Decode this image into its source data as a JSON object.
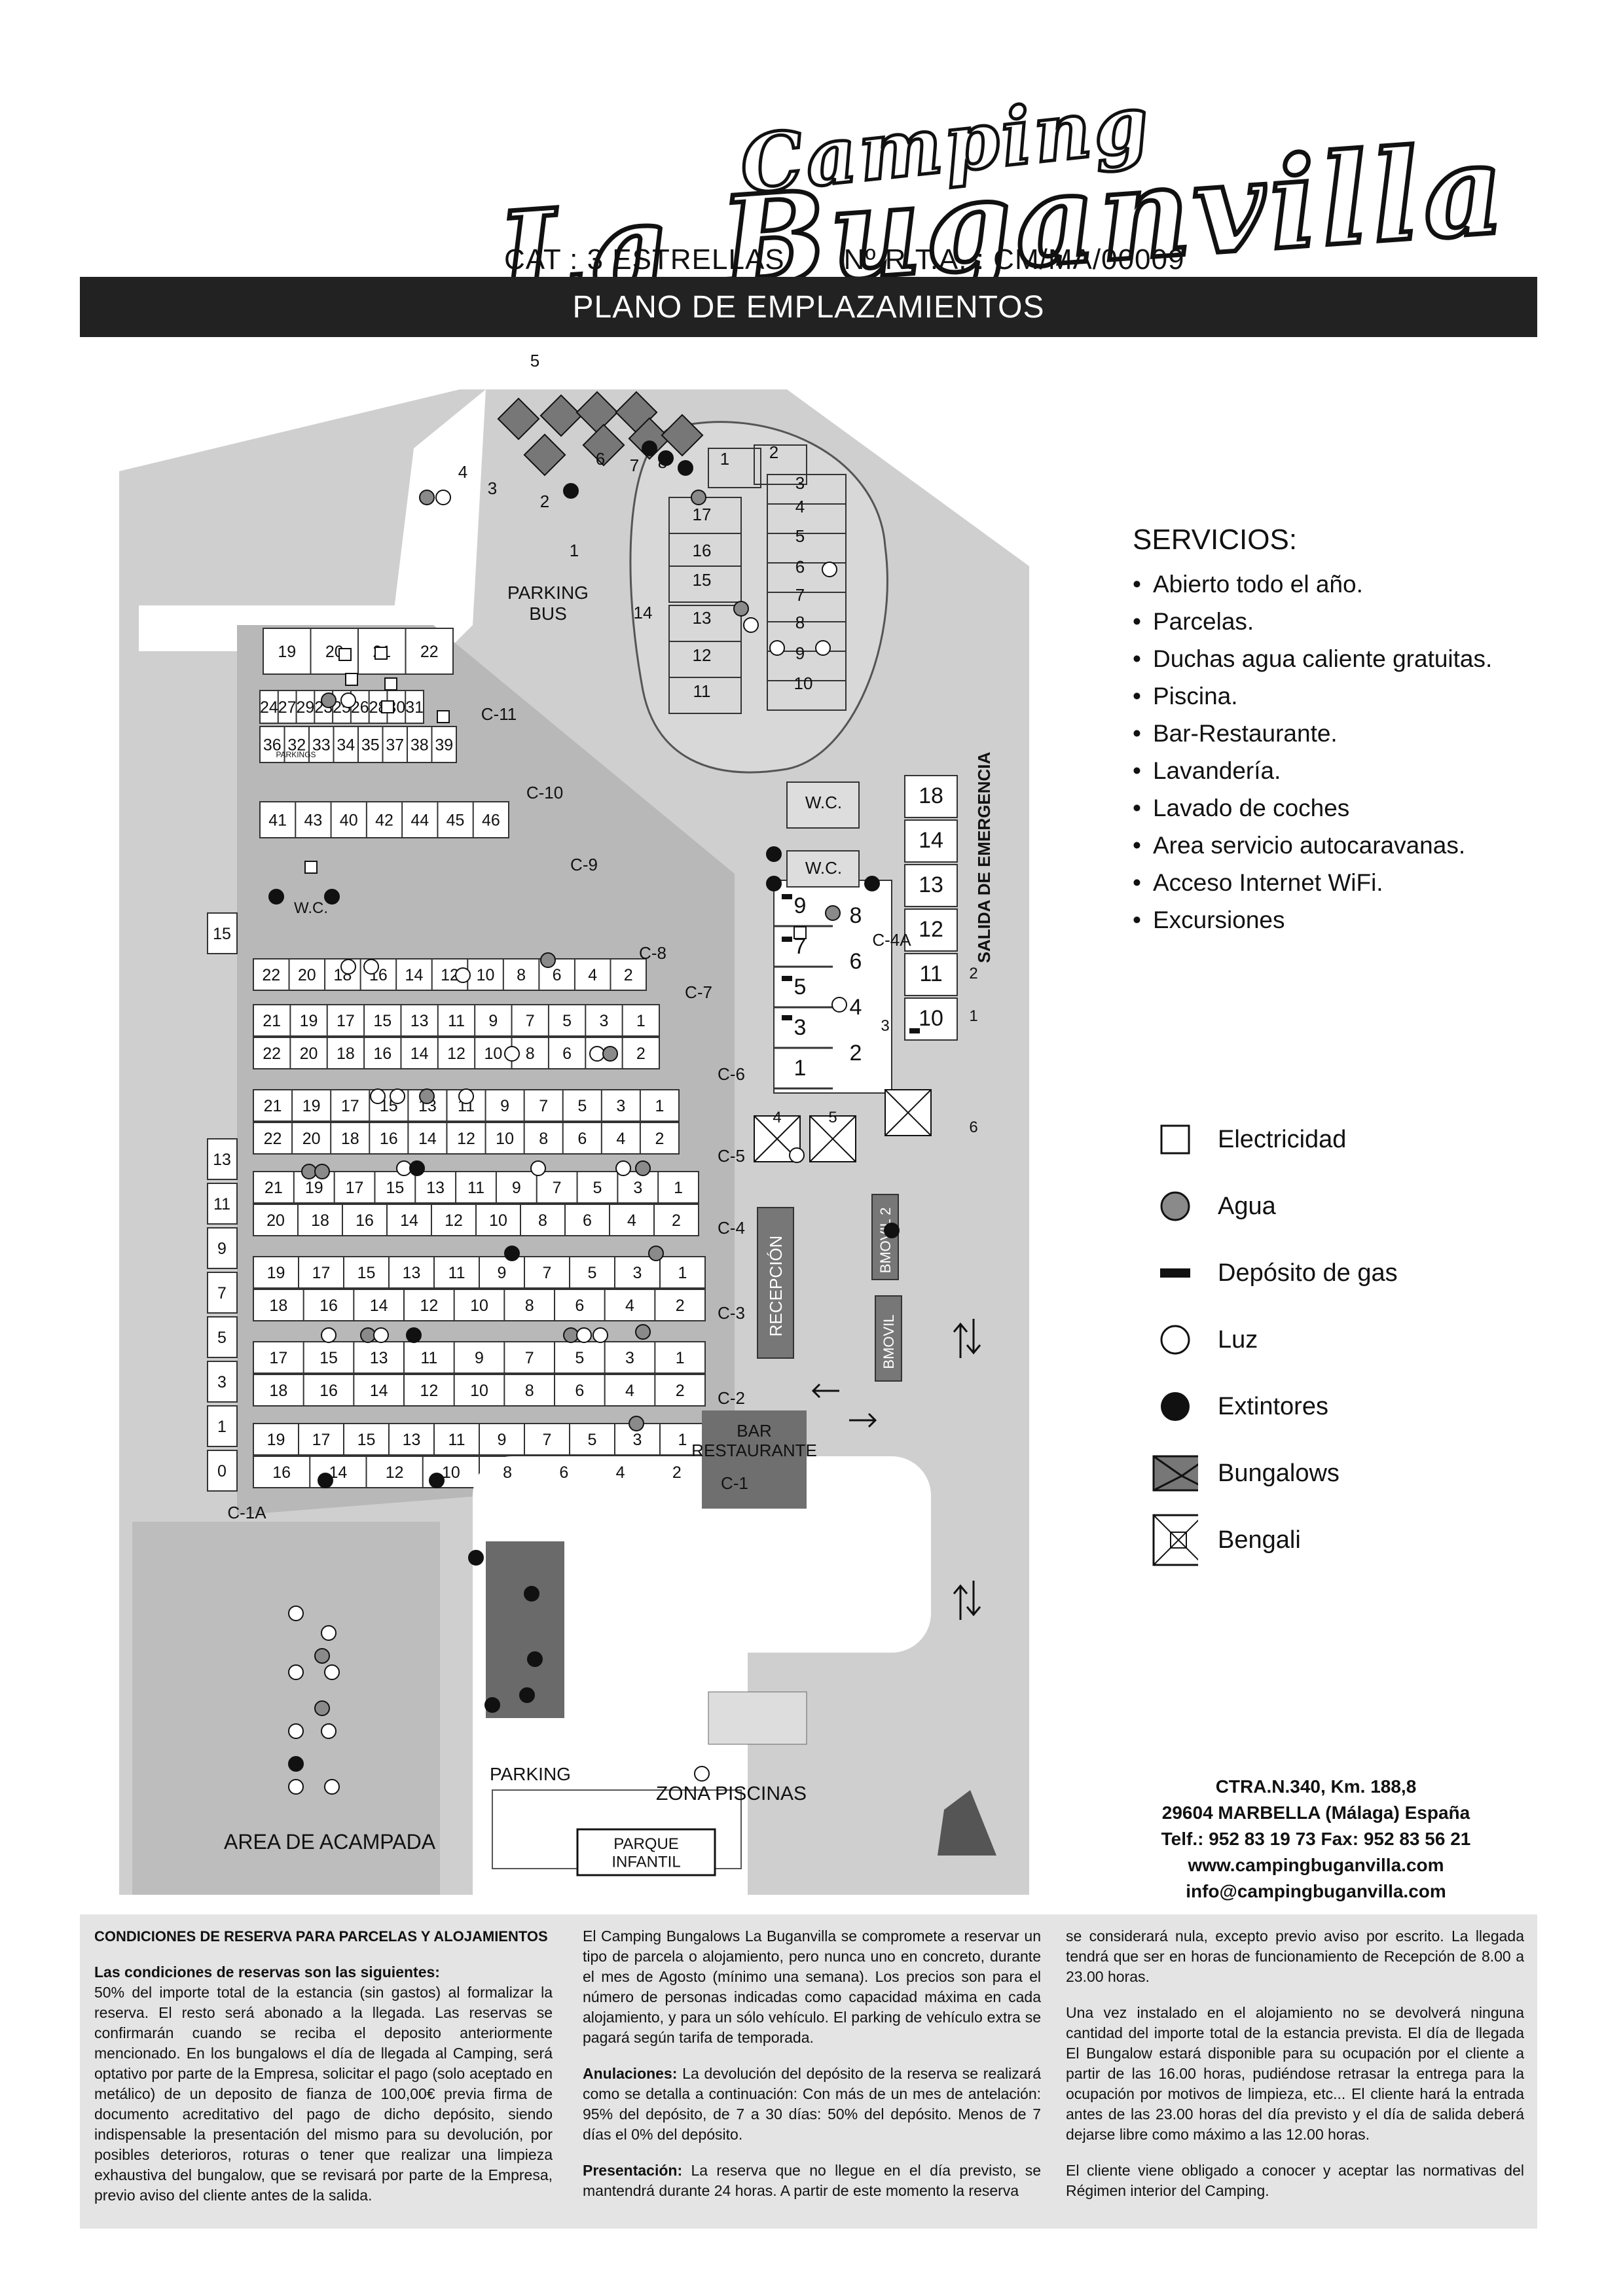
{
  "header": {
    "logo_camping": "Camping",
    "logo_name": "La Buganvilla",
    "category": "CAT : 3 ESTRELLAS",
    "rta": "Nº R.T.A. : CM/MA/00009",
    "title": "PLANO DE EMPLAZAMIENTOS"
  },
  "map": {
    "labels": {
      "parking_bus": "PARKING\nBUS",
      "salida": "SALIDA DE EMERGENCIA",
      "wc": "W.C.",
      "recepcion": "RECEPCIÓN",
      "bmovil2": "BMOVIL 2",
      "bmovil": "BMOVIL",
      "bar": "BAR\nRESTAURANTE",
      "parking": "PARKING",
      "piscinas": "ZONA PISCINAS",
      "parque": "PARQUE\nINFANTIL",
      "acampada": "AREA DE ACAMPADA",
      "parkings_small": "PARKINGS"
    },
    "streets": [
      "C-1",
      "C-1A",
      "C-2",
      "C-3",
      "C-4",
      "C-4A",
      "C-5",
      "C-6",
      "C-7",
      "C-8",
      "C-9",
      "C-10",
      "C-11"
    ],
    "bungalows": [
      "1",
      "2",
      "3",
      "4",
      "5",
      "6",
      "7",
      "8"
    ],
    "top_pitches": [
      "1",
      "2",
      "3",
      "4",
      "5",
      "6",
      "7",
      "8",
      "9",
      "10",
      "11",
      "12",
      "13",
      "14",
      "15",
      "16",
      "17"
    ],
    "block_11": [
      "19",
      "20",
      "21",
      "22"
    ],
    "block_10": [
      "24",
      "27",
      "29",
      "23",
      "25",
      "26",
      "28",
      "30",
      "31"
    ],
    "block_9": [
      "36",
      "32",
      "33",
      "34",
      "35",
      "37",
      "38",
      "39"
    ],
    "block_8": [
      "41",
      "43",
      "40",
      "42",
      "44",
      "45",
      "46"
    ],
    "row_c7": [
      "22",
      "20",
      "18",
      "16",
      "14",
      "12",
      "10",
      "8",
      "6",
      "4",
      "2"
    ],
    "row_c6a": [
      "21",
      "19",
      "17",
      "15",
      "13",
      "11",
      "9",
      "7",
      "5",
      "3",
      "1"
    ],
    "row_c6b": [
      "22",
      "20",
      "18",
      "16",
      "14",
      "12",
      "10",
      "8",
      "6",
      "4",
      "2"
    ],
    "row_c5a": [
      "21",
      "19",
      "17",
      "15",
      "13",
      "11",
      "9",
      "7",
      "5",
      "3",
      "1"
    ],
    "row_c5b": [
      "22",
      "20",
      "18",
      "16",
      "14",
      "12",
      "10",
      "8",
      "6",
      "4",
      "2"
    ],
    "row_c4a": [
      "21",
      "19",
      "17",
      "15",
      "13",
      "11",
      "9",
      "7",
      "5",
      "3",
      "1"
    ],
    "row_c4b": [
      "20",
      "18",
      "16",
      "14",
      "12",
      "10",
      "8",
      "6",
      "4",
      "2"
    ],
    "row_c3a": [
      "19",
      "17",
      "15",
      "13",
      "11",
      "9",
      "7",
      "5",
      "3",
      "1"
    ],
    "row_c3b": [
      "18",
      "16",
      "14",
      "12",
      "10",
      "8",
      "6",
      "4",
      "2"
    ],
    "row_c2a": [
      "17",
      "15",
      "13",
      "11",
      "9",
      "7",
      "5",
      "3",
      "1"
    ],
    "row_c2b": [
      "18",
      "16",
      "14",
      "12",
      "10",
      "8",
      "6",
      "4",
      "2"
    ],
    "row_c1a": [
      "19",
      "17",
      "15",
      "13",
      "11",
      "9",
      "7",
      "5",
      "3",
      "1"
    ],
    "row_c1b": [
      "16",
      "14",
      "12",
      "10",
      "8",
      "6",
      "4",
      "2"
    ],
    "left_column": [
      "15",
      "13",
      "11",
      "9",
      "7",
      "5",
      "3",
      "1",
      "0"
    ],
    "center_a": [
      "9",
      "7",
      "5",
      "3",
      "1"
    ],
    "center_b": [
      "8",
      "6",
      "4",
      "2"
    ],
    "east_pitches": [
      "18",
      "14",
      "13",
      "12",
      "11",
      "10"
    ],
    "east_small": [
      "2",
      "1",
      "3",
      "4",
      "5",
      "6"
    ]
  },
  "services": {
    "title": "SERVICIOS:",
    "items": [
      "Abierto todo el año.",
      "Parcelas.",
      "Duchas agua caliente gratuitas.",
      "Piscina.",
      "Bar-Restaurante.",
      "Lavandería.",
      "Lavado de coches",
      "Area servicio autocaravanas.",
      "Acceso Internet WiFi.",
      "Excursiones"
    ]
  },
  "legend": [
    {
      "symbol": "square-outline",
      "label": "Electricidad"
    },
    {
      "symbol": "grey-circle",
      "label": "Agua"
    },
    {
      "symbol": "black-bar",
      "label": "Depósito de gas"
    },
    {
      "symbol": "white-circle",
      "label": "Luz"
    },
    {
      "symbol": "black-circle",
      "label": "Extintores"
    },
    {
      "symbol": "bungalow-icon",
      "label": "Bungalows"
    },
    {
      "symbol": "bengali-icon",
      "label": "Bengali"
    }
  ],
  "address": {
    "line1": "CTRA.N.340, Km. 188,8",
    "line2": "29604 MARBELLA (Málaga) España",
    "line3": "Telf.: 952 83 19 73   Fax: 952 83 56 21",
    "line4": "www.campingbuganvilla.com",
    "line5": "info@campingbuganvilla.com"
  },
  "conditions": {
    "heading": "CONDICIONES DE RESERVA PARA PARCELAS Y ALOJAMIENTOS",
    "sub": "Las condiciones de reservas son las siguientes:",
    "p1": "50% del importe total de la estancia (sin gastos) al formalizar la reserva. El resto será abonado a la llegada. Las reservas se confirmarán cuando se reciba el deposito anteriormente mencionado. En los bungalows el día de llegada al Camping, será optativo por parte de la Empresa, solicitar el pago (solo aceptado en metálico) de un deposito de fianza de 100,00€ previa firma de documento acreditativo del pago de dicho depósito, siendo indispensable la presentación del mismo para su devolución, por posibles deterioros, roturas o tener que realizar una limpieza exhaustiva del bungalow, que se revisará por parte de la Empresa, previo aviso del cliente antes de la salida.",
    "p2": "El Camping Bungalows La Buganvilla se compromete a reservar un tipo de parcela o alojamiento, pero nunca uno en concreto, durante el mes de Agosto (mínimo una semana). Los precios son para el número de personas indicadas como capacidad máxima en cada alojamiento, y para un sólo vehículo. El parking de vehículo extra se pagará según tarifa de temporada.",
    "p3_label": "Anulaciones:",
    "p3": "La devolución del depósito de la reserva se realizará como se detalla a continuación: Con más de un mes de antelación: 95% del depósito, de 7 a 30 días: 50% del depósito. Menos de 7 días el 0% del depósito.",
    "p4_label": "Presentación:",
    "p4": "La reserva que no llegue en el día previsto, se mantendrá durante 24 horas. A partir de este momento la reserva",
    "p5": "se considerará nula, excepto previo aviso por escrito. La llegada tendrá que ser en horas de funcionamiento de Recepción de 8.00 a 23.00 horas.",
    "p6": "Una vez instalado en el alojamiento no se devolverá ninguna cantidad del importe total de la estancia prevista. El día de llegada El Bungalow estará disponible para su ocupación por el cliente a partir de las 16.00 horas, pudiéndose retrasar la entrega para la ocupación por motivos de limpieza, etc... El cliente hará la entrada antes de las 23.00 horas del día previsto y el día de salida deberá dejarse libre como máximo a las 12.00 horas.",
    "p7": "El cliente viene obligado a conocer y aceptar las normativas del Régimen interior del Camping."
  }
}
